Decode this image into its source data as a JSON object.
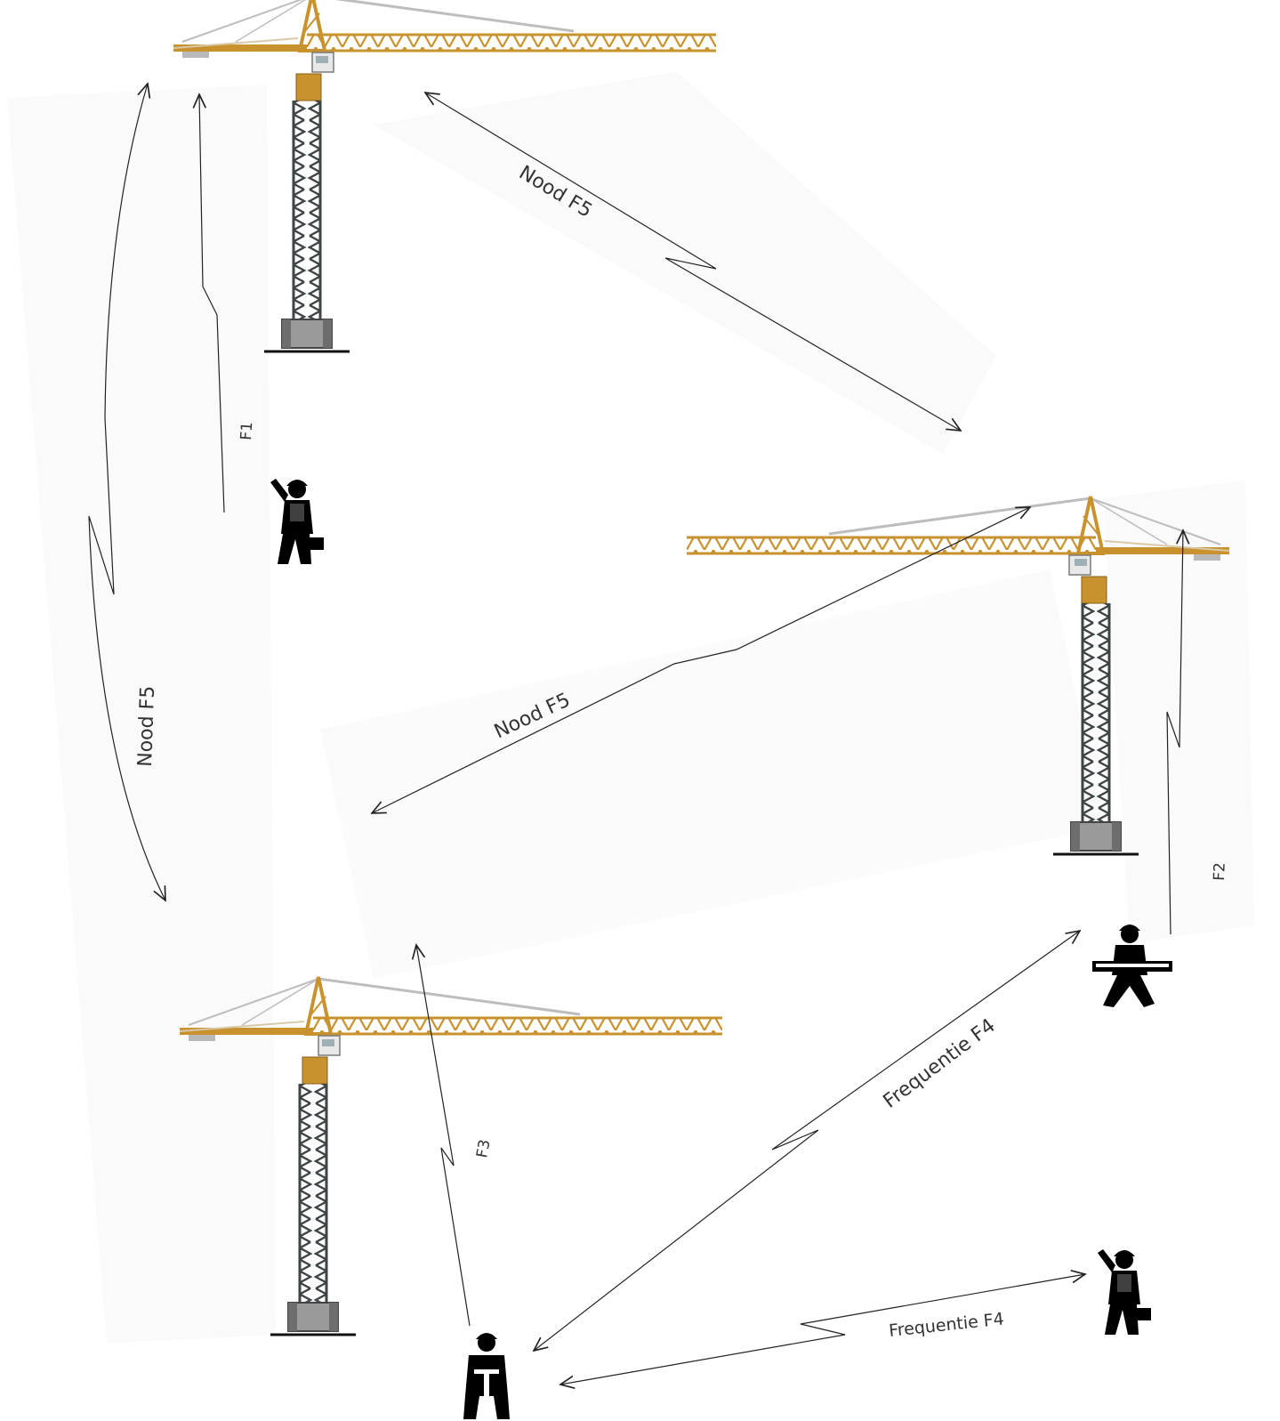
{
  "labels": {
    "nood_top": "Nood F5",
    "nood_mid": "Nood F5",
    "nood_left": "Nood F5",
    "f1": "F1",
    "f2": "F2",
    "f3": "F3",
    "freq_diag": "Frequentie F4",
    "freq_bottom": "Frequentie F4"
  },
  "colors": {
    "crane_jib": "#c8922e",
    "crane_mast": "#3f4446",
    "crane_base": "#8a8a8a",
    "cab": "#e8e8e8",
    "ink": "#111111",
    "worker": "#000000"
  },
  "icons": {
    "worker_waving": "worker-waving-icon",
    "worker_carrying": "worker-carrying-beam-icon",
    "worker_drill": "worker-jackhammer-icon"
  }
}
